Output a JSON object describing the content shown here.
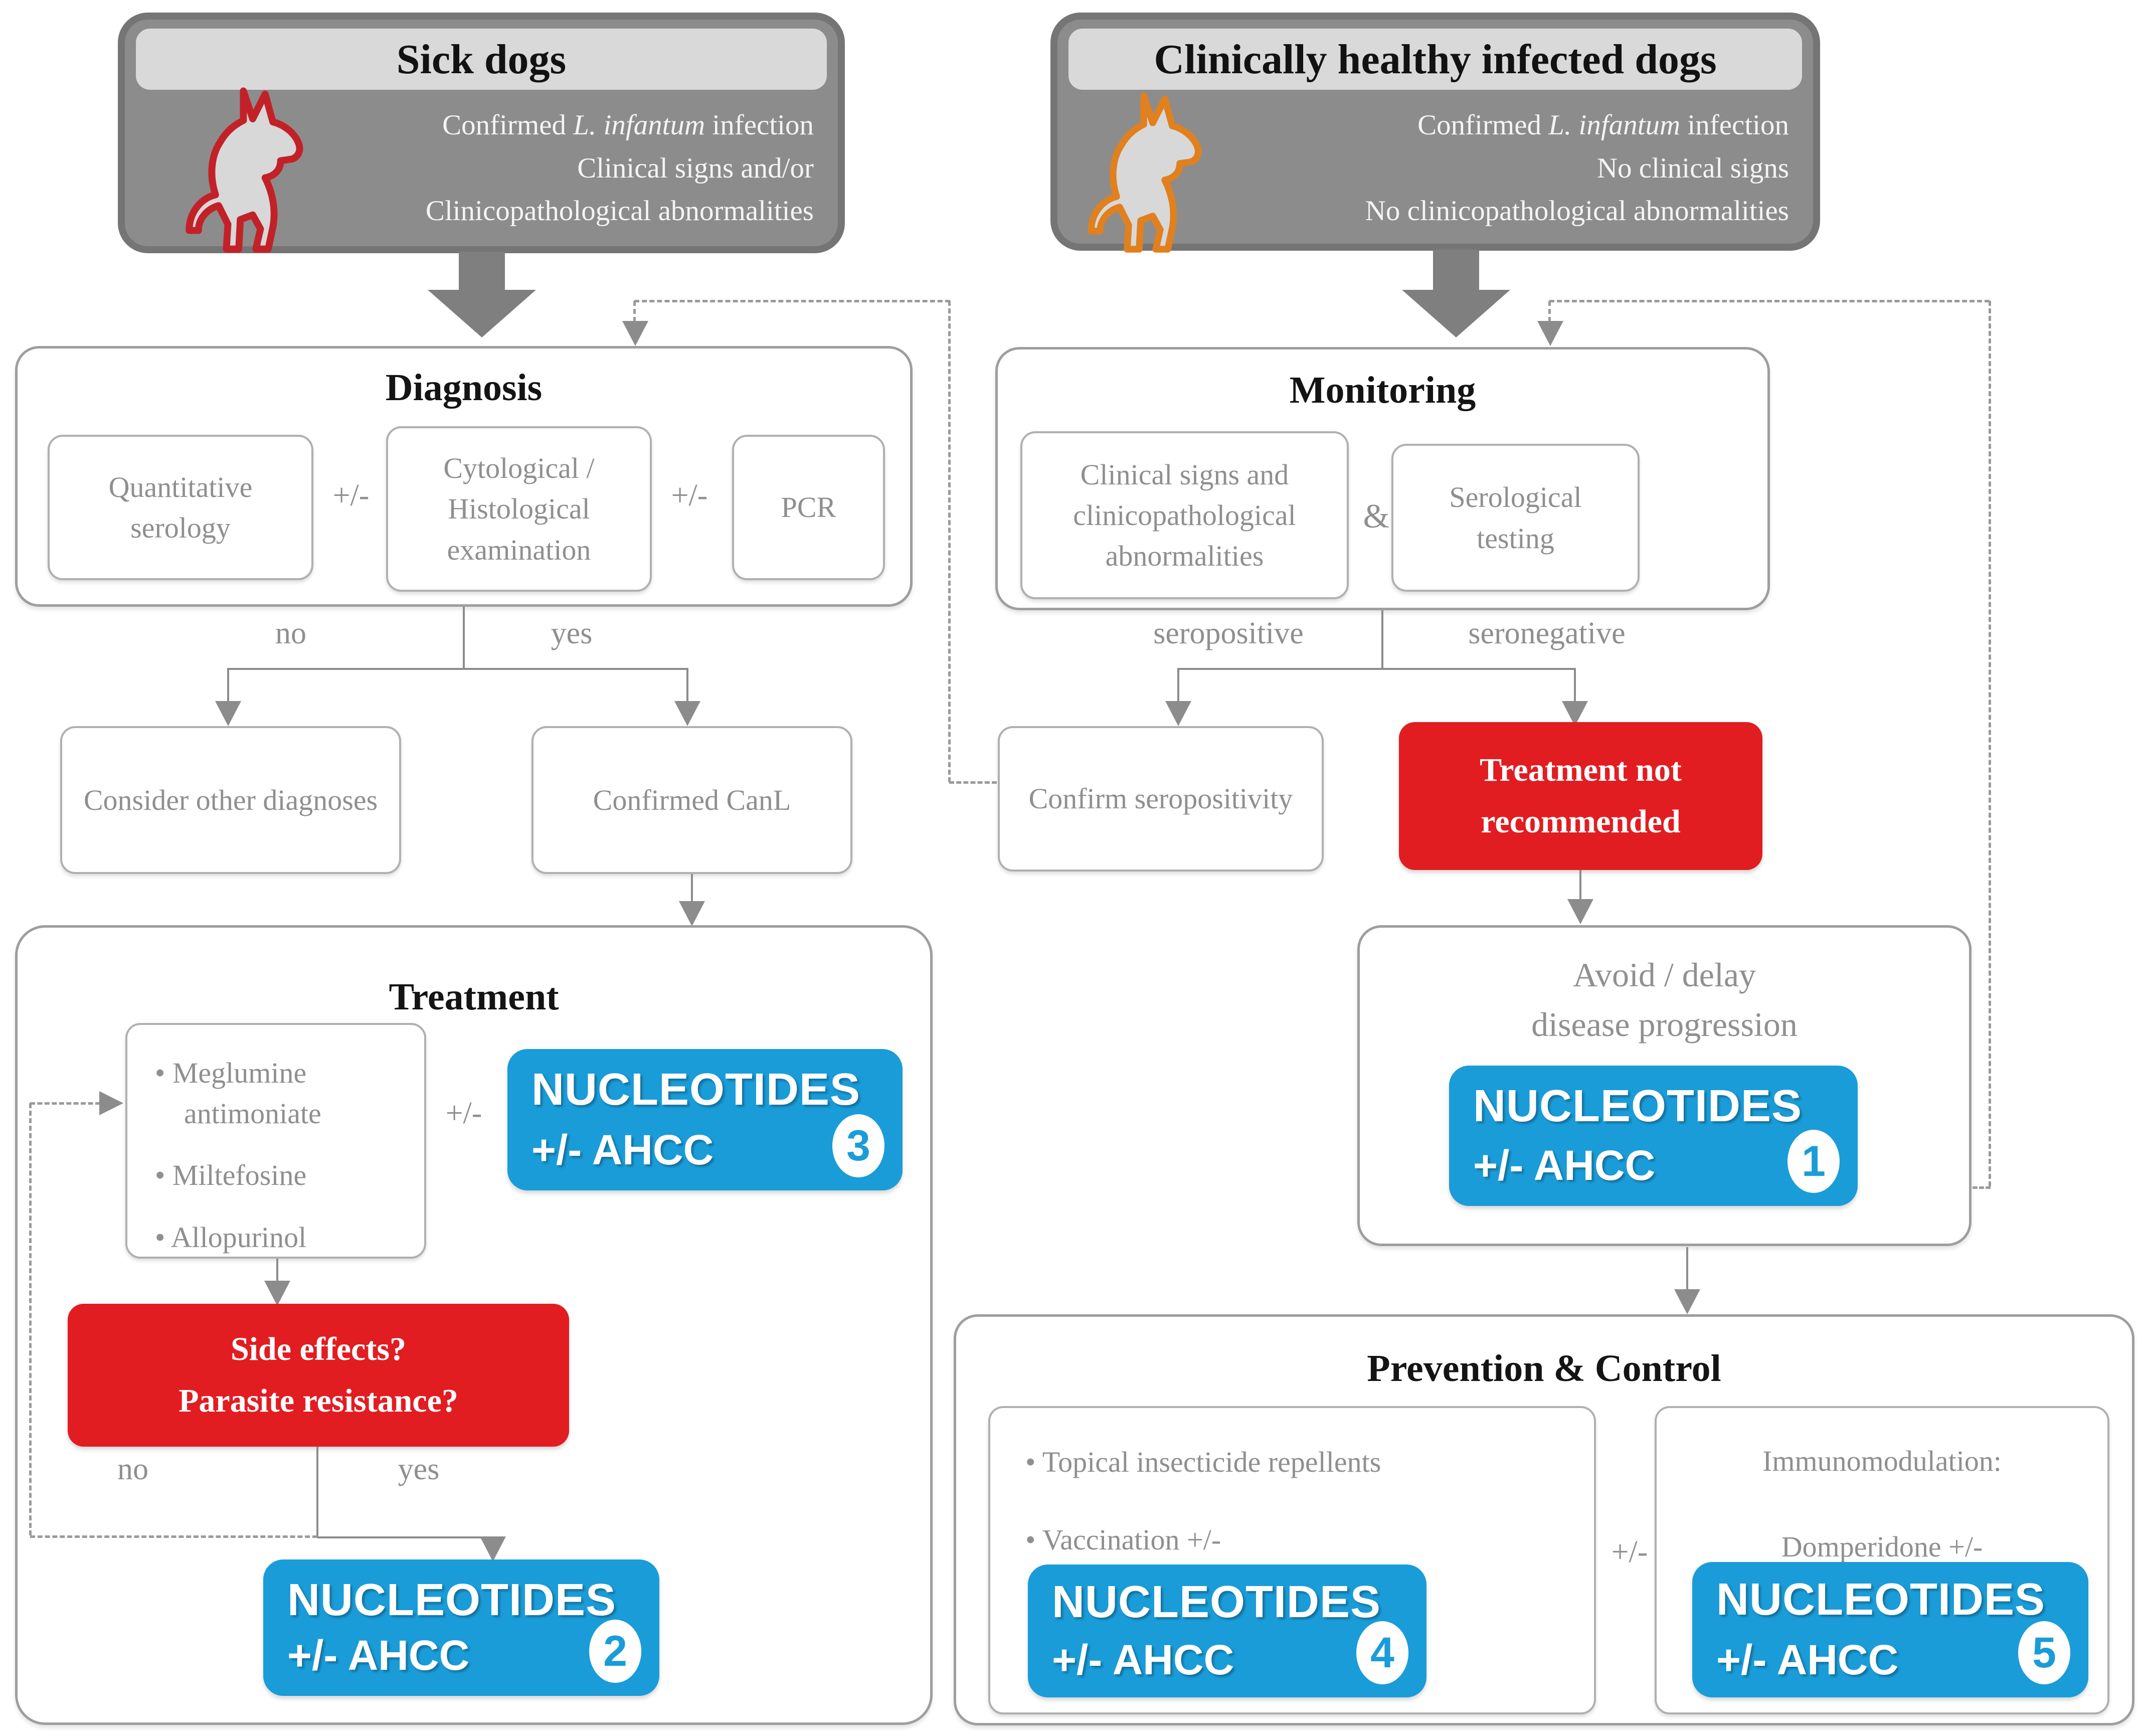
{
  "colors": {
    "blue": "#1a9cd8",
    "red": "#e21d22",
    "header_gray": "#8c8c8c",
    "title_bar_gray": "#d9d9d9",
    "line_gray": "#8c8c8c",
    "text_gray": "#8f8f8f",
    "sick_dog_outline": "#c32128",
    "healthy_dog_outline": "#e0801f"
  },
  "sick": {
    "title": "Sick dogs",
    "line1_pre": "Confirmed ",
    "line1_italic": "L. infantum",
    "line1_post": " infection",
    "line2": "Clinical signs and/or",
    "line3": "Clinicopathological abnormalities"
  },
  "healthy": {
    "title": "Clinically healthy infected dogs",
    "line1_pre": "Confirmed ",
    "line1_italic": "L. infantum",
    "line1_post": " infection",
    "line2": "No clinical signs",
    "line3": "No clinicopathological abnormalities"
  },
  "diagnosis": {
    "title": "Diagnosis",
    "serology": "Quantitative serology",
    "pm": "+/-",
    "cyto": "Cytological / Histological examination",
    "pcr": "PCR",
    "no": "no",
    "yes": "yes",
    "consider": "Consider other diagnoses",
    "confirmed": "Confirmed CanL"
  },
  "monitoring": {
    "title": "Monitoring",
    "signs": "Clinical signs and clinicopathological abnormalities",
    "amp": "&",
    "serology": "Serological testing",
    "seropositive": "seropositive",
    "seronegative": "seronegative",
    "confirm": "Confirm seropositivity",
    "nr1": "Treatment not",
    "nr2": "recommended"
  },
  "treatment": {
    "title": "Treatment",
    "bullet": "•",
    "drugs": [
      "Meglumine antimoniate",
      "Miltefosine",
      "Allopurinol"
    ],
    "pm": "+/-",
    "side1": "Side effects?",
    "side2": "Parasite resistance?",
    "no": "no",
    "yes": "yes"
  },
  "avoid": {
    "line1": "Avoid / delay",
    "line2": "disease progression"
  },
  "prevention": {
    "title": "Prevention & Control",
    "bullet": "•",
    "item1": "Topical insecticide repellents",
    "item2": "Vaccination +/-",
    "pm": "+/-",
    "immuno1": "Immunomodulation:",
    "immuno2": "Domperidone +/-"
  },
  "nucleotides": {
    "label": "NUCLEOTIDES",
    "sub": "+/- AHCC",
    "badges": [
      "1",
      "2",
      "3",
      "4",
      "5"
    ]
  }
}
